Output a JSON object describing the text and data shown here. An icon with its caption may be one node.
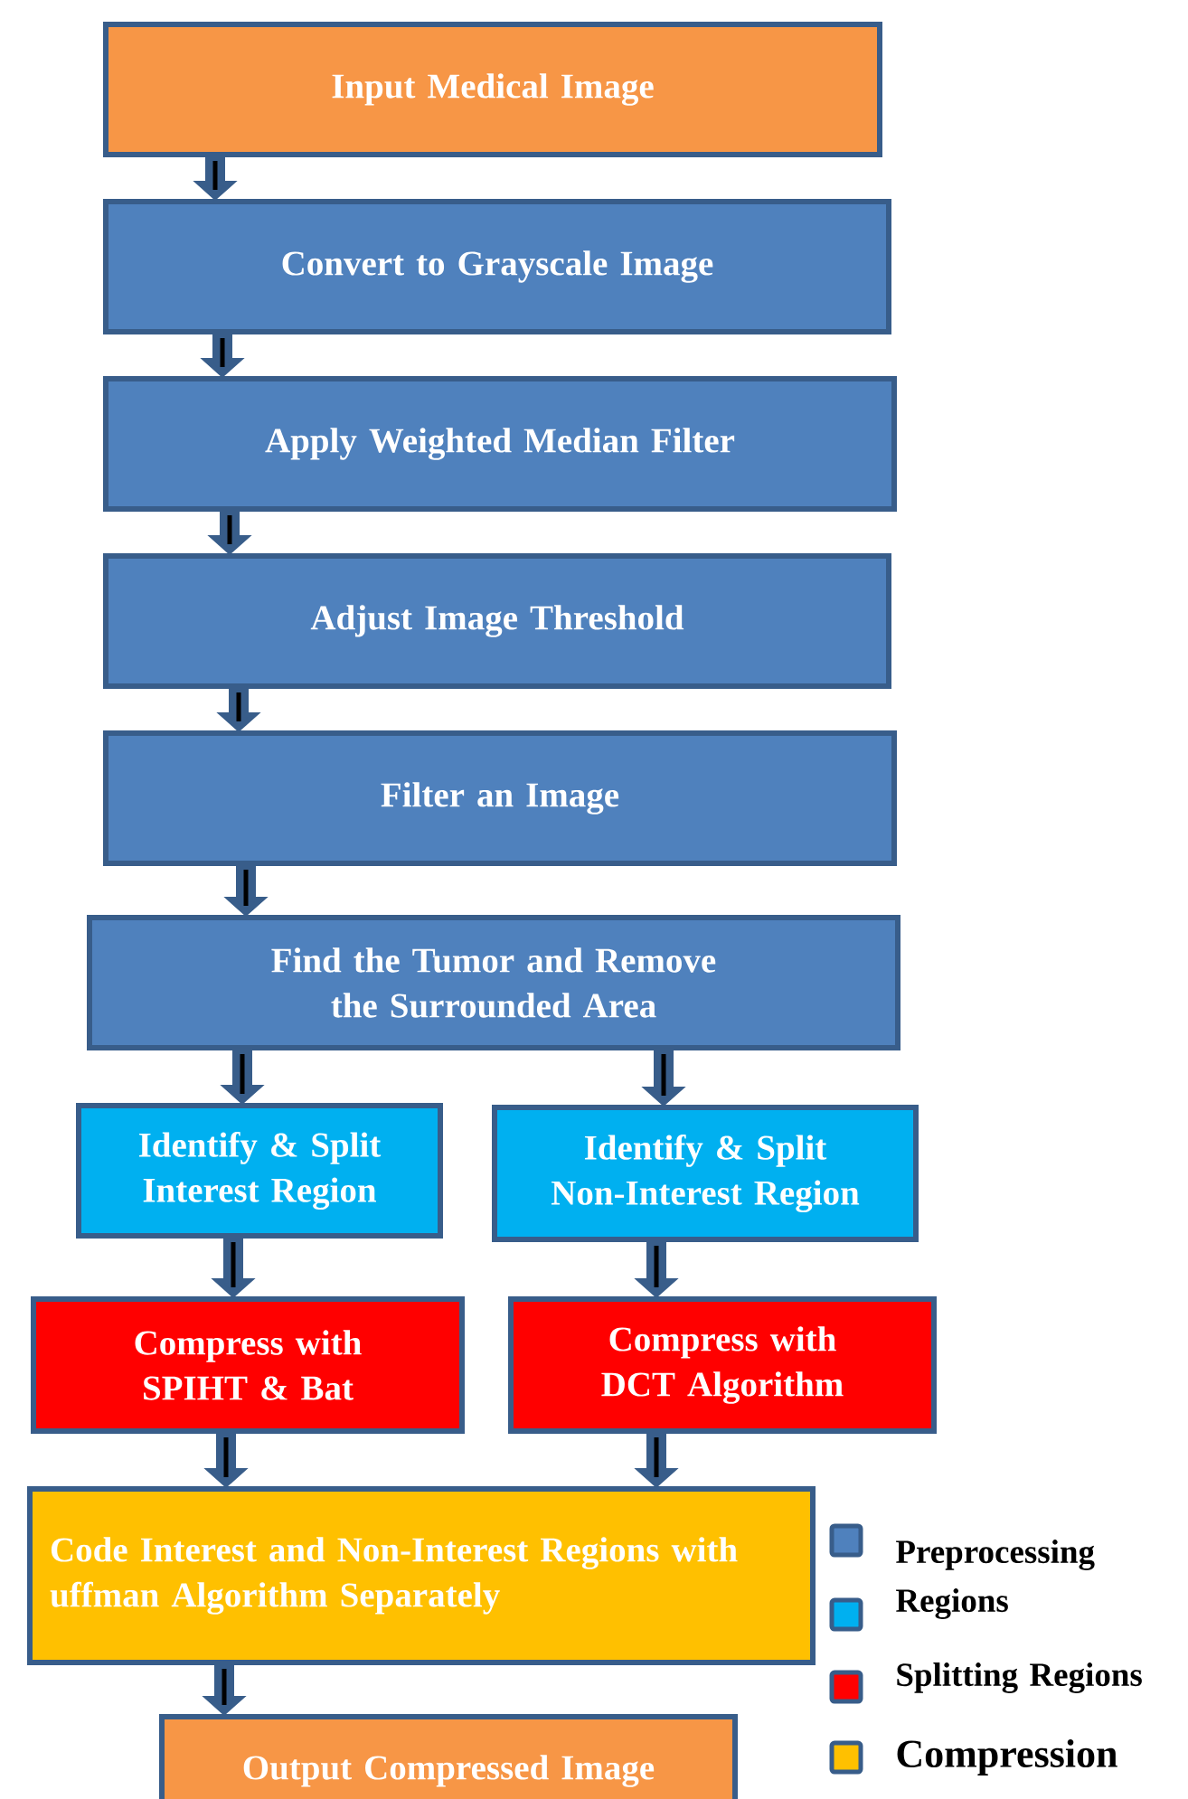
{
  "diagram": {
    "nodes": [
      {
        "text": [
          "Input Medical Image"
        ]
      },
      {
        "text": [
          "Convert to Grayscale Image"
        ]
      },
      {
        "text": [
          "Apply Weighted Median Filter"
        ]
      },
      {
        "text": [
          "Adjust Image Threshold"
        ]
      },
      {
        "text": [
          "Filter an Image"
        ]
      },
      {
        "text": [
          "Find the Tumor and Remove the Surrounded Area"
        ]
      },
      {
        "text": [
          "Identify & Split Interest Region"
        ]
      },
      {
        "text": [
          "Identify & Split Non-Interest Region"
        ]
      },
      {
        "text": [
          "Compress with SPIHT & Bat"
        ]
      },
      {
        "text": [
          "Compress with DCT Algorithm"
        ]
      },
      {
        "text": [
          "Code Interest and Non-Interest Regions with uffman Algorithm Separately"
        ]
      },
      {
        "text": [
          "Output Compressed Image"
        ]
      }
    ],
    "edges": [
      {
        "from": 0,
        "to": 1,
        "arrow": "to"
      },
      {
        "from": 1,
        "to": 2,
        "arrow": "to"
      },
      {
        "from": 2,
        "to": 3,
        "arrow": "to"
      },
      {
        "from": 3,
        "to": 4,
        "arrow": "to"
      },
      {
        "from": 4,
        "to": 5,
        "arrow": "to"
      },
      {
        "from": 5,
        "to": 6,
        "arrow": "to"
      },
      {
        "from": 5,
        "to": 7,
        "arrow": "to"
      },
      {
        "from": 6,
        "to": 8,
        "arrow": "to"
      },
      {
        "from": 7,
        "to": 9,
        "arrow": "to"
      },
      {
        "from": 8,
        "to": 10,
        "arrow": "to"
      },
      {
        "from": 9,
        "to": 10,
        "arrow": "to"
      },
      {
        "from": 10,
        "to": 11,
        "arrow": "to"
      }
    ],
    "legend": [
      {
        "text": "Preprocessing",
        "color": "#4f81bd"
      },
      {
        "text": "Regions",
        "color": "#00b0f0"
      },
      {
        "text": "Splitting Regions",
        "color": "#ff0000"
      },
      {
        "text": "Compression",
        "color": "#ffc000"
      }
    ]
  }
}
